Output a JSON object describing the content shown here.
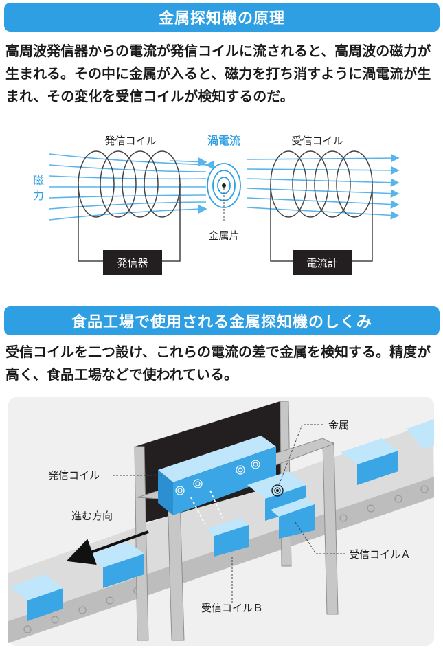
{
  "section1": {
    "title": "金属探知機の原理",
    "description": "高周波発信器からの電流が発信コイルに流されると、高周波の磁力が生まれる。その中に金属が入ると、磁力を打ち消すように渦電流が生まれ、その変化を受信コイルが検知するのだ。",
    "diagram": {
      "transmit_coil_label": "発信コイル",
      "eddy_current_label": "渦電流",
      "receive_coil_label": "受信コイル",
      "magnetic_force_label": "磁力",
      "metal_piece_label": "金属片",
      "transmitter_label": "発信器",
      "ammeter_label": "電流計"
    }
  },
  "section2": {
    "title": "食品工場で使用される金属探知機のしくみ",
    "description": "受信コイルを二つ設け、これらの電流の差で金属を検知する。精度が高く、食品工場などで使われている。",
    "illustration": {
      "metal_label": "金属",
      "transmit_coil_label": "発信コイル",
      "direction_label": "進む方向",
      "receive_coil_a_label": "受信コイルＡ",
      "receive_coil_b_label": "受信コイルＢ"
    }
  },
  "colors": {
    "accent": "#2e9fe3",
    "field_line": "#5ab4ec",
    "dark_box": "#231f20",
    "block_top": "#bfe6fb",
    "block_side": "#3aa6e6"
  }
}
